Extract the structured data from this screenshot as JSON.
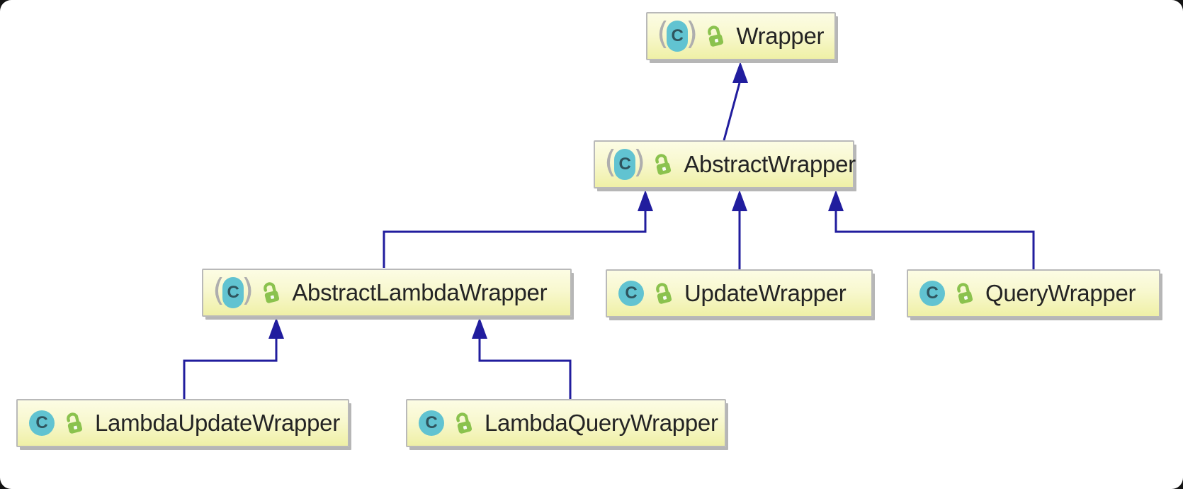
{
  "diagram_type": "uml-class-inheritance",
  "icons": {
    "class_letter": "C",
    "abstract_paren_open": "(",
    "abstract_paren_close": ")"
  },
  "colors": {
    "node_fill_top": "#fcfce4",
    "node_fill_bottom": "#eff0a6",
    "node_border": "#b9b9b9",
    "node_shadow": "#b6b6b6",
    "edge": "#211d9e",
    "label_text": "#242424",
    "class_badge_teal": "#61c3d1",
    "lock_green": "#8bc24e",
    "paren_gray": "#aeaeae"
  },
  "nodes": {
    "wrapper": {
      "label": "Wrapper",
      "icon": "abstract-class",
      "lock": "public-open-lock"
    },
    "abstract_wrapper": {
      "label": "AbstractWrapper",
      "icon": "abstract-class",
      "lock": "public-open-lock"
    },
    "abstract_lambda_wrapper": {
      "label": "AbstractLambdaWrapper",
      "icon": "abstract-class",
      "lock": "public-open-lock"
    },
    "update_wrapper": {
      "label": "UpdateWrapper",
      "icon": "class",
      "lock": "public-open-lock"
    },
    "query_wrapper": {
      "label": "QueryWrapper",
      "icon": "class",
      "lock": "public-open-lock"
    },
    "lambda_update_wrapper": {
      "label": "LambdaUpdateWrapper",
      "icon": "class",
      "lock": "public-open-lock"
    },
    "lambda_query_wrapper": {
      "label": "LambdaQueryWrapper",
      "icon": "class",
      "lock": "public-open-lock"
    }
  },
  "edges": [
    {
      "from": "AbstractWrapper",
      "to": "Wrapper",
      "type": "extends"
    },
    {
      "from": "AbstractLambdaWrapper",
      "to": "AbstractWrapper",
      "type": "extends"
    },
    {
      "from": "UpdateWrapper",
      "to": "AbstractWrapper",
      "type": "extends"
    },
    {
      "from": "QueryWrapper",
      "to": "AbstractWrapper",
      "type": "extends"
    },
    {
      "from": "LambdaUpdateWrapper",
      "to": "AbstractLambdaWrapper",
      "type": "extends"
    },
    {
      "from": "LambdaQueryWrapper",
      "to": "AbstractLambdaWrapper",
      "type": "extends"
    }
  ]
}
